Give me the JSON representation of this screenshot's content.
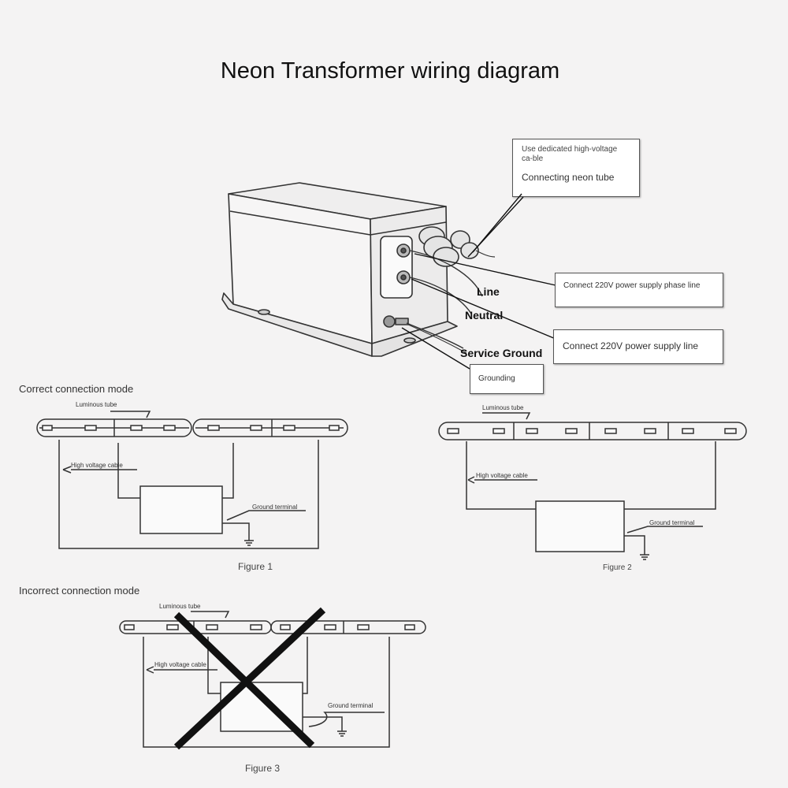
{
  "title": "Neon Transformer wiring diagram",
  "callouts": {
    "hv_cable": "Use dedicated high-voltage ca-ble",
    "neon_tube": "Connecting neon tube",
    "phase_line": "Connect 220V power supply phase line",
    "supply_line": "Connect 220V power supply line",
    "grounding": "Grounding"
  },
  "terminal_labels": {
    "line": "Line",
    "neutral": "Neutral",
    "service_ground": "Service Ground"
  },
  "sections": {
    "correct": "Correct connection mode",
    "incorrect": "Incorrect connection mode"
  },
  "figure_labels": {
    "luminous_tube": "Luminous tube",
    "hv_cable": "High voltage cable",
    "ground_terminal": "Ground terminal"
  },
  "figures": [
    "Figure 1",
    "Figure 2",
    "Figure 3"
  ]
}
